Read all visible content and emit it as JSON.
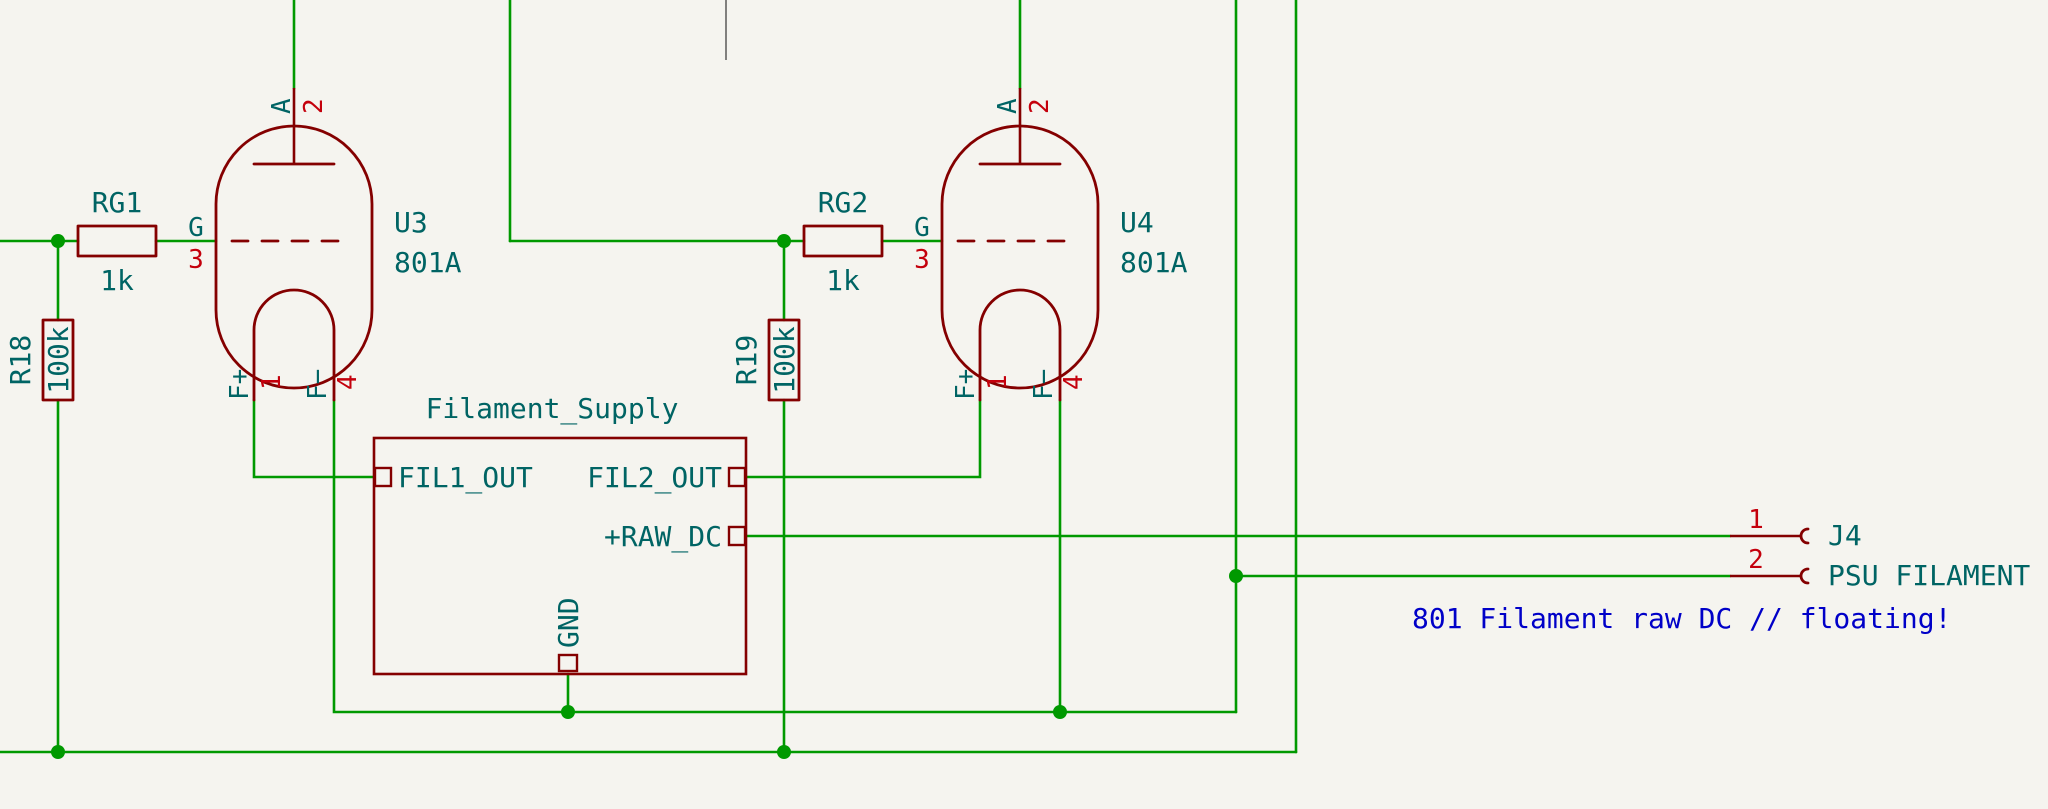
{
  "colors": {
    "background": "#f5f4ef",
    "wire": "#009900",
    "symbol": "#840000",
    "label": "#006464",
    "pin_number": "#c4000c",
    "note": "#0000c8"
  },
  "tube_u3": {
    "reference": "U3",
    "value": "801A",
    "pin_anode_name": "A",
    "pin_anode_num": "2",
    "pin_grid_name": "G",
    "pin_grid_num": "3",
    "pin_fplus_name": "F+",
    "pin_fplus_num": "1",
    "pin_fminus_name": "F−",
    "pin_fminus_num": "4"
  },
  "tube_u4": {
    "reference": "U4",
    "value": "801A",
    "pin_anode_name": "A",
    "pin_anode_num": "2",
    "pin_grid_name": "G",
    "pin_grid_num": "3",
    "pin_fplus_name": "F+",
    "pin_fplus_num": "1",
    "pin_fminus_name": "F−",
    "pin_fminus_num": "4"
  },
  "resistor_rg1": {
    "reference": "RG1",
    "value": "1k"
  },
  "resistor_rg2": {
    "reference": "RG2",
    "value": "1k"
  },
  "resistor_r18": {
    "reference": "R18",
    "value": "100k"
  },
  "resistor_r19": {
    "reference": "R19",
    "value": "100k"
  },
  "sheet": {
    "name": "Filament_Supply",
    "pins": {
      "fil1_out": "FIL1_OUT",
      "fil2_out": "FIL2_OUT",
      "raw_dc": "+RAW_DC",
      "gnd": "GND"
    }
  },
  "connector_j4": {
    "reference": "J4",
    "value": "PSU FILAMENT",
    "pin1_num": "1",
    "pin2_num": "2"
  },
  "note": {
    "text": "801 Filament raw DC // floating!"
  }
}
